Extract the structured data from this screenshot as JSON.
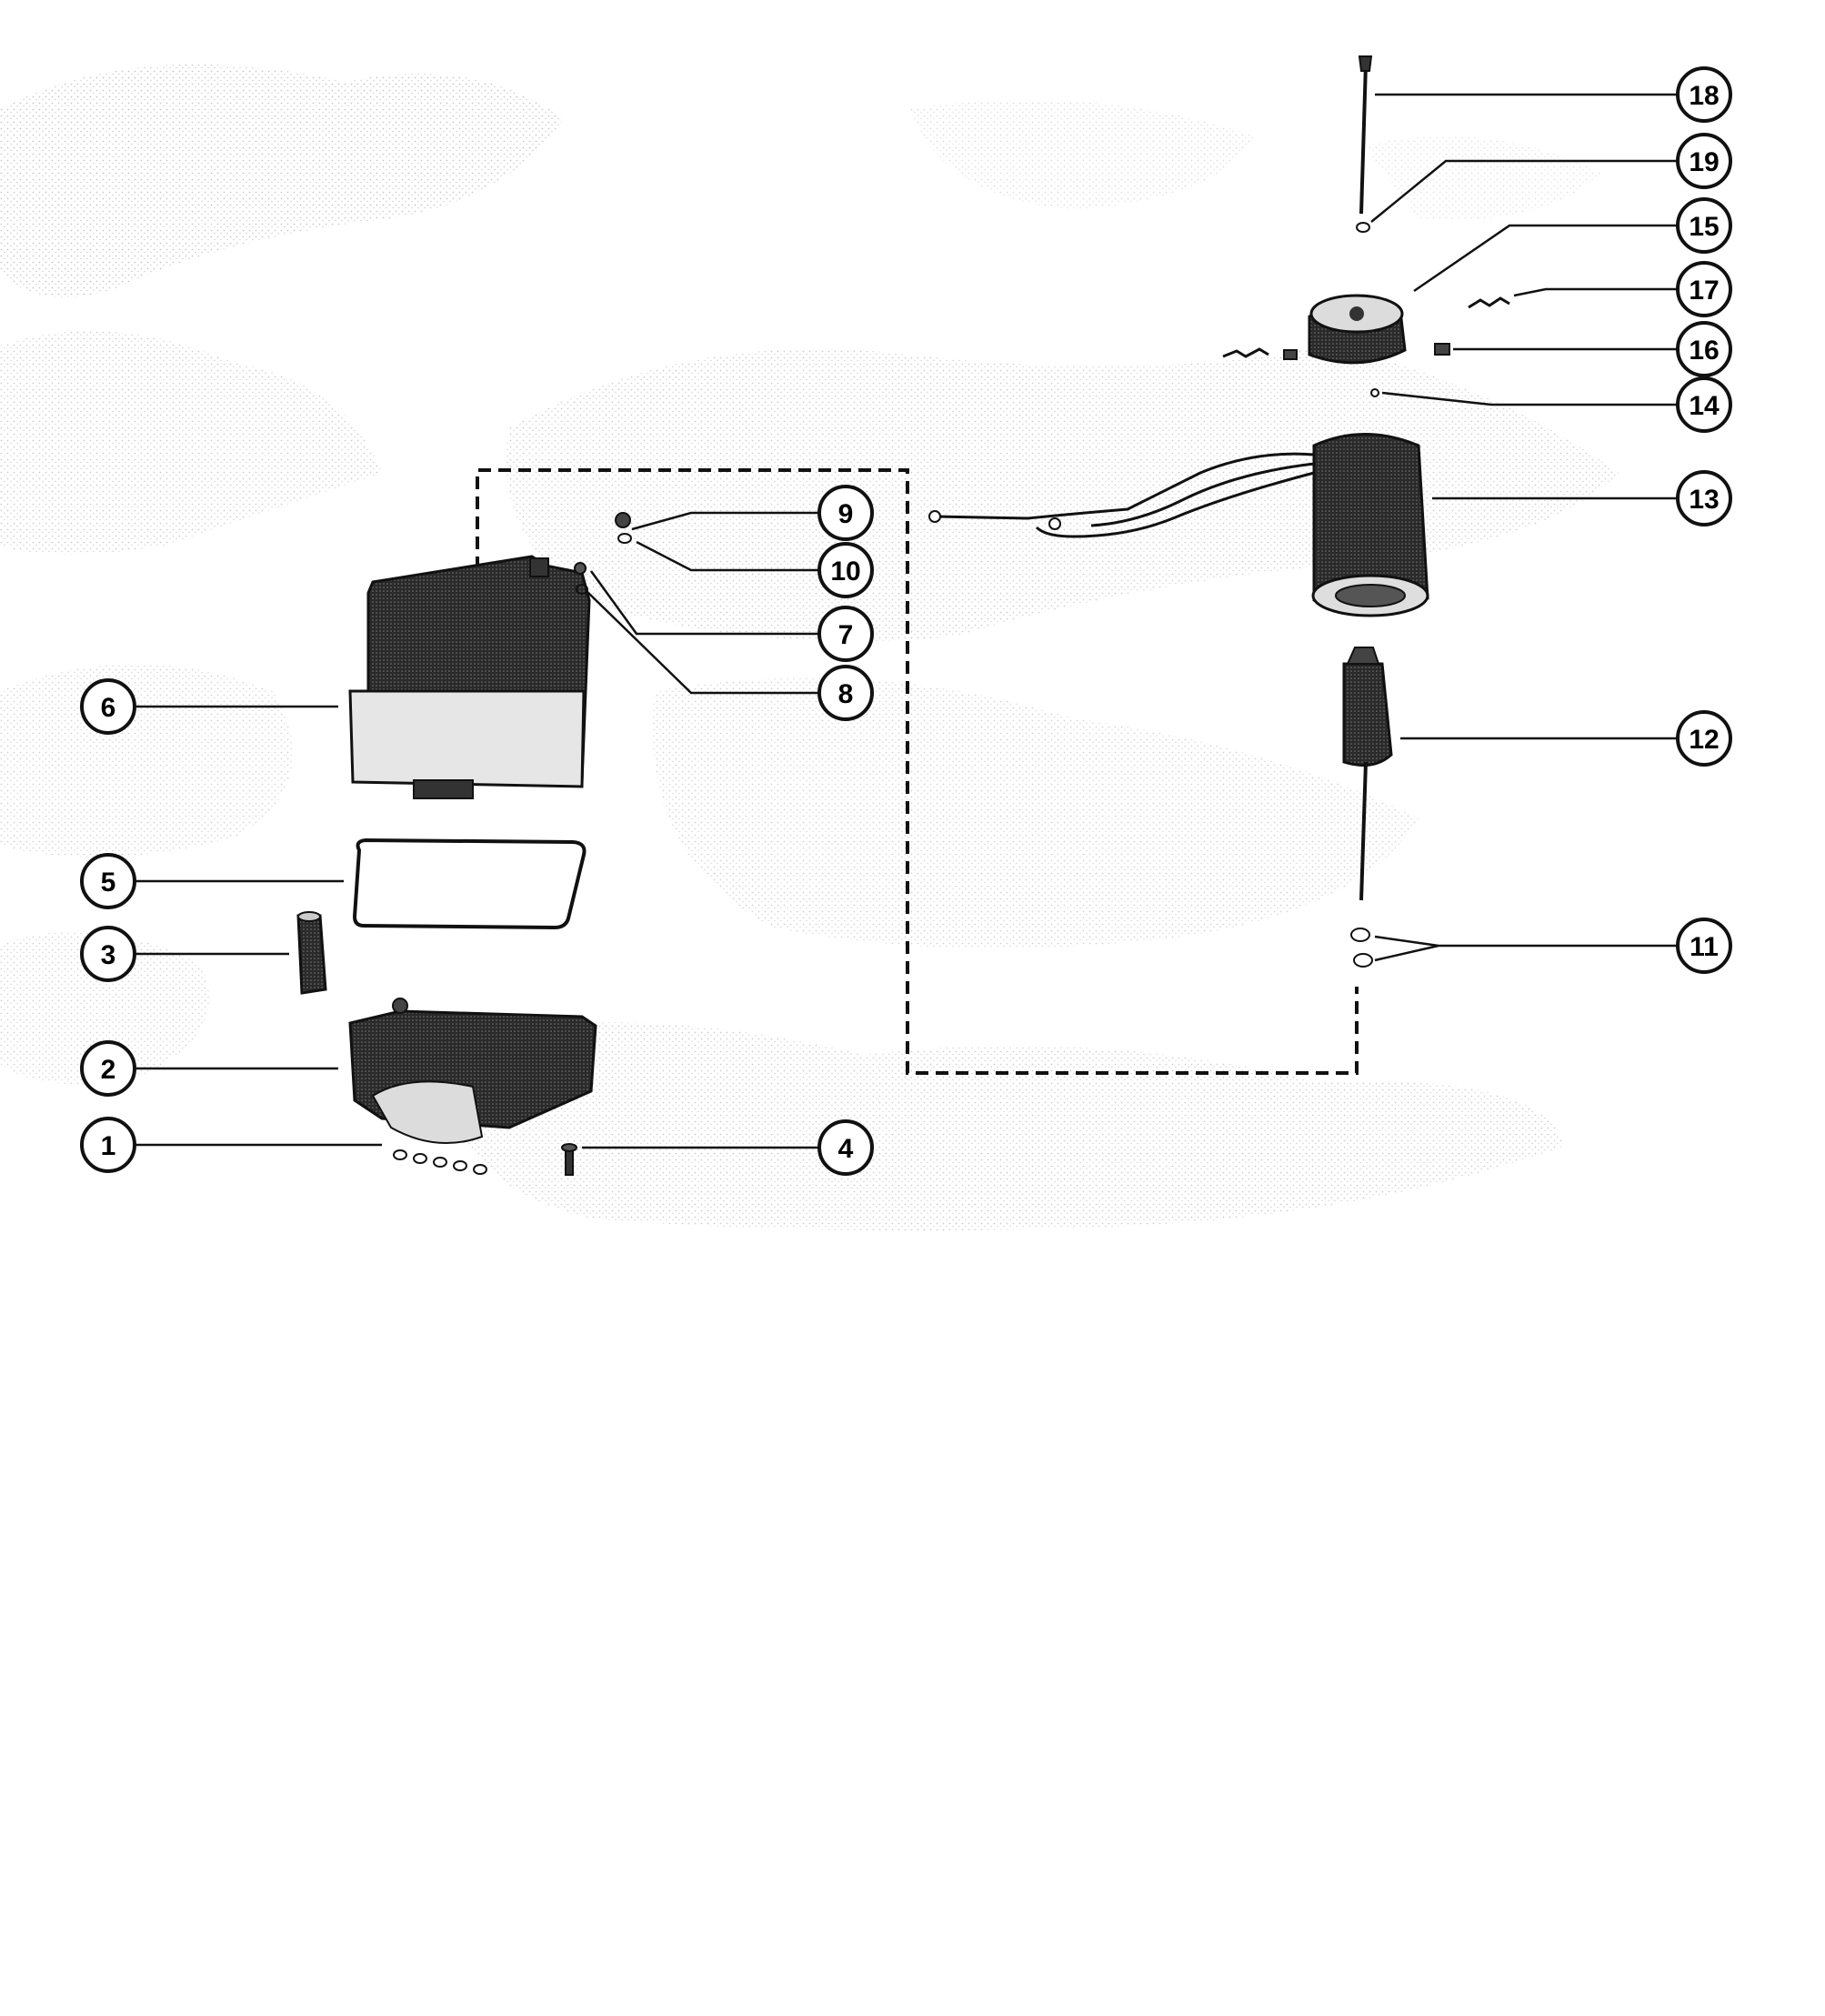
{
  "diagram": {
    "ink_color": "#111111",
    "background_color": "#ffffff",
    "stipple_color": "#9a9a9a",
    "callouts": [
      {
        "id": "1",
        "number": "1"
      },
      {
        "id": "2",
        "number": "2"
      },
      {
        "id": "3",
        "number": "3"
      },
      {
        "id": "4",
        "number": "4"
      },
      {
        "id": "5",
        "number": "5"
      },
      {
        "id": "6",
        "number": "6"
      },
      {
        "id": "7",
        "number": "7"
      },
      {
        "id": "8",
        "number": "8"
      },
      {
        "id": "9",
        "number": "9"
      },
      {
        "id": "10",
        "number": "10"
      },
      {
        "id": "11",
        "number": "11"
      },
      {
        "id": "12",
        "number": "12"
      },
      {
        "id": "13",
        "number": "13"
      },
      {
        "id": "14",
        "number": "14"
      },
      {
        "id": "15",
        "number": "15"
      },
      {
        "id": "16",
        "number": "16"
      },
      {
        "id": "17",
        "number": "17"
      },
      {
        "id": "18",
        "number": "18"
      },
      {
        "id": "19",
        "number": "19"
      }
    ]
  }
}
